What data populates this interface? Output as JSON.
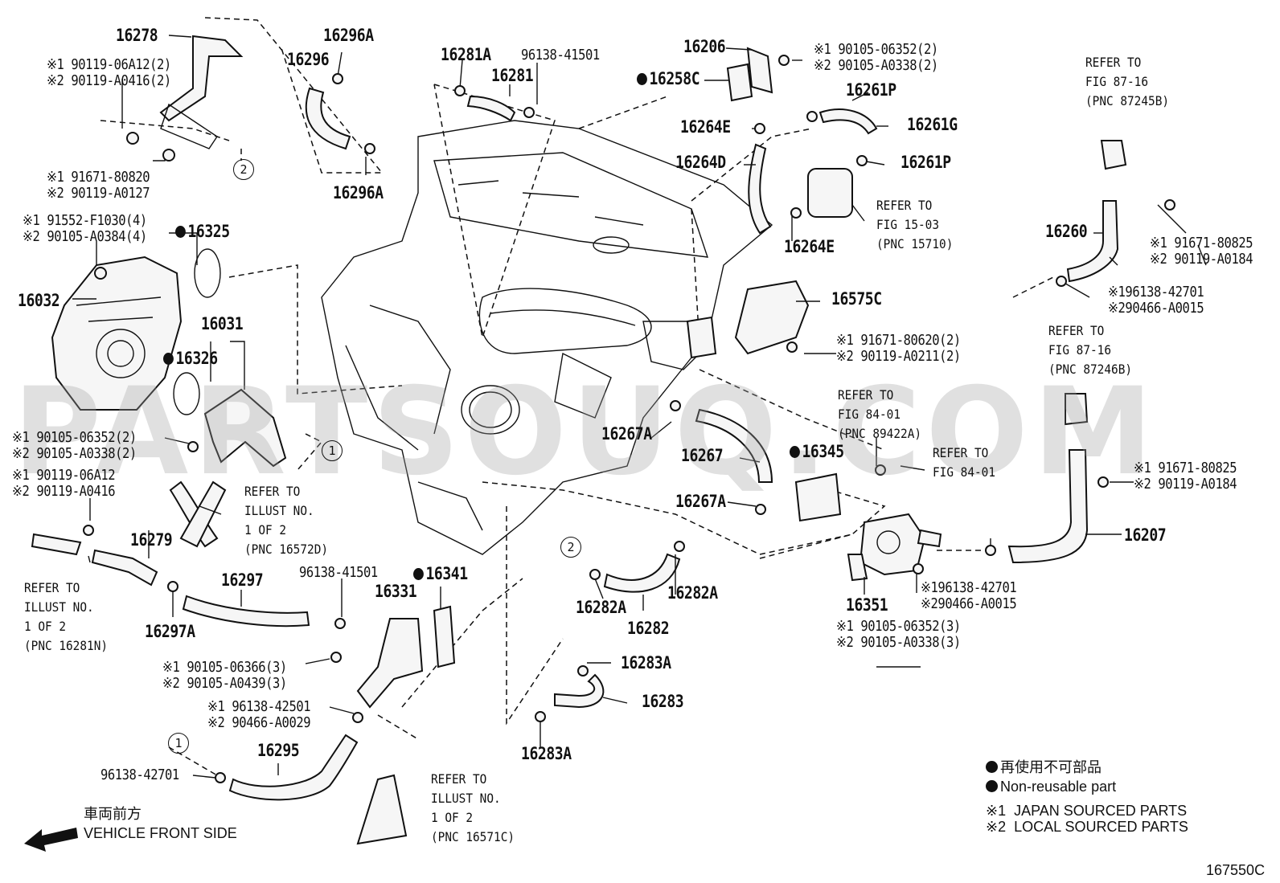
{
  "watermark": "PARTSOUQ.COM",
  "figure_code": "167550C",
  "legend": {
    "non_reusable_jp": "再使用不可部品",
    "non_reusable_en": "Non-reusable part",
    "mark1": "※1",
    "mark1_text": "JAPAN SOURCED PARTS",
    "mark2": "※2",
    "mark2_text": "LOCAL SOURCED PARTS"
  },
  "front": {
    "jp": "車両前方",
    "en": "VEHICLE FRONT SIDE"
  },
  "parts": {
    "p16278": "16278",
    "p16296A_top": "16296A",
    "p16296": "16296",
    "p16296A_bottom": "16296A",
    "p16281A": "16281A",
    "p96138_41501_top": "96138-41501",
    "p16281": "16281",
    "p16206": "16206",
    "p16258C": "16258C",
    "p16261P_top": "16261P",
    "p16264E_top": "16264E",
    "p16261G": "16261G",
    "p16264D": "16264D",
    "p16261P_mid": "16261P",
    "p16264E_bottom": "16264E",
    "p16325": "16325",
    "p16032": "16032",
    "p16031": "16031",
    "p16326": "16326",
    "p16260": "16260",
    "p16575C": "16575C",
    "p16267A_top": "16267A",
    "p16267": "16267",
    "p16267A_bottom": "16267A",
    "p16345": "16345",
    "p16279": "16279",
    "p16297": "16297",
    "p16297A": "16297A",
    "p96138_41501_bottom": "96138-41501",
    "p16341": "16341",
    "p16331": "16331",
    "p16282A_left": "16282A",
    "p16282A_right": "16282A",
    "p16282": "16282",
    "p16283A_top": "16283A",
    "p16283": "16283",
    "p16283A_bottom": "16283A",
    "p16295": "16295",
    "p96138_42701": "96138-42701",
    "p16351": "16351",
    "p16207": "16207"
  },
  "alts": {
    "a1a": "※1 90119-06A12(2)",
    "a1b": "※2 90119-A0416(2)",
    "a2a": "※1 91671-80820",
    "a2b": "※2 90119-A0127",
    "a3a": "※1 91552-F1030(4)",
    "a3b": "※2 90105-A0384(4)",
    "a4a": "※1 90105-06352(2)",
    "a4b": "※2 90105-A0338(2)",
    "a5a": "※1 90119-06A12",
    "a5b": "※2 90119-A0416",
    "a6a": "※1 90105-06352(2)",
    "a6b": "※2 90105-A0338(2)",
    "a7a": "※1 91671-80825",
    "a7b": "※2 90119-A0184",
    "a8a": "※196138-42701",
    "a8b": "※290466-A0015",
    "a9a": "※1 91671-80620(2)",
    "a9b": "※2 90119-A0211(2)",
    "a10a": "※1 91671-80825",
    "a10b": "※2 90119-A0184",
    "a11a": "※196138-42701",
    "a11b": "※290466-A0015",
    "a12a": "※1 90105-06352(3)",
    "a12b": "※2 90105-A0338(3)",
    "a13a": "※1 90105-06366(3)",
    "a13b": "※2 90105-A0439(3)",
    "a14a": "※1 96138-42501",
    "a14b": "※2 90466-A0029"
  },
  "refs": {
    "r1": "REFER TO\nFIG 87-16\n(PNC 87245B)",
    "r2": "REFER TO\nFIG 15-03\n(PNC 15710)",
    "r3": "REFER TO\nFIG 87-16\n(PNC 87246B)",
    "r4": "REFER TO\nFIG 84-01\n(PNC 89422A)",
    "r5": "REFER TO\nFIG 84-01",
    "r6": "REFER TO\nILLUST NO.\n1 OF 2\n(PNC 16572D)",
    "r7": "REFER TO\nILLUST NO.\n1 OF 2\n(PNC 16281N)",
    "r8": "REFER TO\nILLUST NO.\n1 OF 2\n(PNC 16571C)"
  },
  "markers": {
    "m1": "1",
    "m2": "2"
  }
}
